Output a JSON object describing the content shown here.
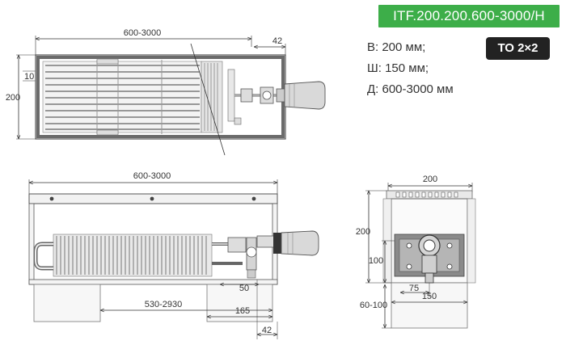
{
  "model_code": "ITF.200.200.600-3000/H",
  "specs": {
    "height": "В: 200 мм;",
    "width": "Ш: 150 мм;",
    "length": "Д: 600-3000 мм"
  },
  "to_badge": "ТО 2×2",
  "top_view": {
    "length_dim": "600-3000",
    "offset_dim": "42",
    "height_dim": "200",
    "fin_dim": "10"
  },
  "front_view": {
    "length_dim": "600-3000",
    "inner_dim": "530-2930",
    "dim_50": "50",
    "dim_165": "165",
    "dim_42": "42"
  },
  "side_view": {
    "width_dim": "200",
    "height_dim": "200",
    "dim_100": "100",
    "dim_75": "75",
    "dim_150": "150",
    "leg_dim": "60-100"
  },
  "colors": {
    "accent": "#3dae49",
    "badge_dark": "#222222",
    "line": "#333333",
    "frame_gray": "#6b6b6b"
  }
}
